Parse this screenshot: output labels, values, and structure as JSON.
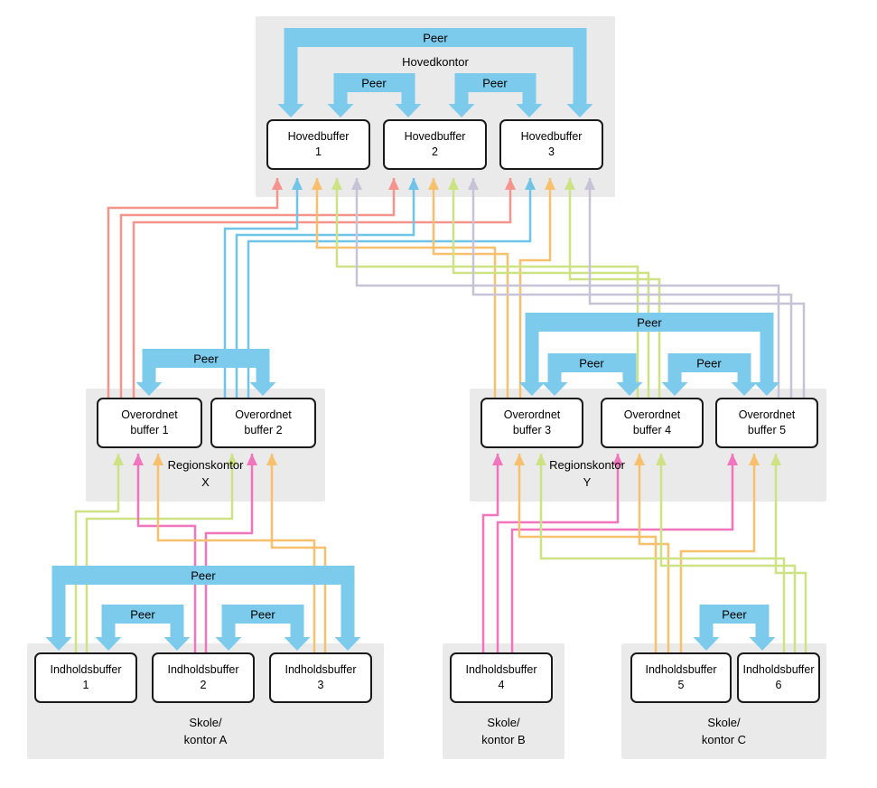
{
  "labels": {
    "peer": "Peer"
  },
  "containers": {
    "hovedkontor": [
      "Hovedkontor"
    ],
    "region_x": [
      "Regionskontor",
      "X"
    ],
    "region_y": [
      "Regionskontor",
      "Y"
    ],
    "skole_a": [
      "Skole/",
      "kontor A"
    ],
    "skole_b": [
      "Skole/",
      "kontor B"
    ],
    "skole_c": [
      "Skole/",
      "kontor C"
    ]
  },
  "nodes": {
    "h1": {
      "line1": "Hovedbuffer",
      "line2": "1"
    },
    "h2": {
      "line1": "Hovedbuffer",
      "line2": "2"
    },
    "h3": {
      "line1": "Hovedbuffer",
      "line2": "3"
    },
    "o1": {
      "line1": "Overordnet",
      "line2": "buffer 1"
    },
    "o2": {
      "line1": "Overordnet",
      "line2": "buffer 2"
    },
    "o3": {
      "line1": "Overordnet",
      "line2": "buffer 3"
    },
    "o4": {
      "line1": "Overordnet",
      "line2": "buffer 4"
    },
    "o5": {
      "line1": "Overordnet",
      "line2": "buffer 5"
    },
    "i1": {
      "line1": "Indholdsbuffer",
      "line2": "1"
    },
    "i2": {
      "line1": "Indholdsbuffer",
      "line2": "2"
    },
    "i3": {
      "line1": "Indholdsbuffer",
      "line2": "3"
    },
    "i4": {
      "line1": "Indholdsbuffer",
      "line2": "4"
    },
    "i5": {
      "line1": "Indholdsbuffer",
      "line2": "5"
    },
    "i6": {
      "line1": "Indholdsbuffer",
      "line2": "6"
    }
  },
  "colors": {
    "peer_arrow": "#7CCBEC",
    "container_bg": "#EAEAEB",
    "node_border": "#1A1A1A",
    "salmon": "#F5938D",
    "sky_blue": "#6FC4E8",
    "orange": "#F8C06C",
    "green": "#CCE283",
    "lavender": "#C7C2D6",
    "magenta": "#F075BC"
  },
  "connections": {
    "uplinks": [
      {
        "from": "Overordnet buffer 1",
        "to": [
          "Hovedbuffer 1",
          "Hovedbuffer 2",
          "Hovedbuffer 3"
        ],
        "color": "salmon"
      },
      {
        "from": "Overordnet buffer 2",
        "to": [
          "Hovedbuffer 1",
          "Hovedbuffer 2",
          "Hovedbuffer 3"
        ],
        "color": "sky_blue"
      },
      {
        "from": "Overordnet buffer 3",
        "to": [
          "Hovedbuffer 1",
          "Hovedbuffer 2",
          "Hovedbuffer 3"
        ],
        "color": "orange"
      },
      {
        "from": "Overordnet buffer 4",
        "to": [
          "Hovedbuffer 1",
          "Hovedbuffer 2",
          "Hovedbuffer 3"
        ],
        "color": "green"
      },
      {
        "from": "Overordnet buffer 5",
        "to": [
          "Hovedbuffer 1",
          "Hovedbuffer 2",
          "Hovedbuffer 3"
        ],
        "color": "lavender"
      },
      {
        "from": "Indholdsbuffer 1",
        "to": [
          "Overordnet buffer 1",
          "Overordnet buffer 2"
        ],
        "color": "green"
      },
      {
        "from": "Indholdsbuffer 2",
        "to": [
          "Overordnet buffer 1",
          "Overordnet buffer 2"
        ],
        "color": "magenta"
      },
      {
        "from": "Indholdsbuffer 3",
        "to": [
          "Overordnet buffer 1",
          "Overordnet buffer 2"
        ],
        "color": "orange"
      },
      {
        "from": "Indholdsbuffer 4",
        "to": [
          "Overordnet buffer 3",
          "Overordnet buffer 4",
          "Overordnet buffer 5"
        ],
        "color": "magenta"
      },
      {
        "from": "Indholdsbuffer 5",
        "to": [
          "Overordnet buffer 3",
          "Overordnet buffer 4",
          "Overordnet buffer 5"
        ],
        "color": "orange"
      },
      {
        "from": "Indholdsbuffer 6",
        "to": [
          "Overordnet buffer 3",
          "Overordnet buffer 4",
          "Overordnet buffer 5"
        ],
        "color": "green"
      }
    ],
    "peer_groups": [
      [
        "Hovedbuffer 1",
        "Hovedbuffer 2",
        "Hovedbuffer 3"
      ],
      [
        "Overordnet buffer 1",
        "Overordnet buffer 2"
      ],
      [
        "Overordnet buffer 3",
        "Overordnet buffer 4",
        "Overordnet buffer 5"
      ],
      [
        "Indholdsbuffer 1",
        "Indholdsbuffer 2",
        "Indholdsbuffer 3"
      ],
      [
        "Indholdsbuffer 5",
        "Indholdsbuffer 6"
      ]
    ]
  }
}
